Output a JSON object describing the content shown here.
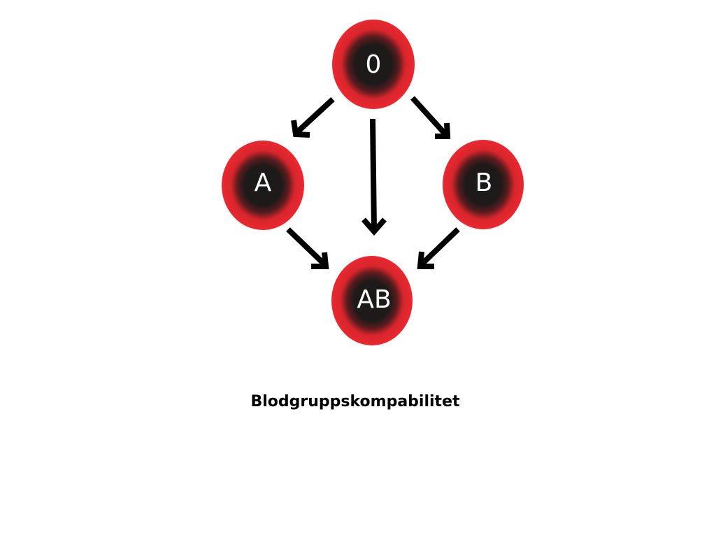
{
  "diagram": {
    "nodes": {
      "o": {
        "label": "0"
      },
      "a": {
        "label": "A"
      },
      "b": {
        "label": "B"
      },
      "ab": {
        "label": "AB"
      }
    },
    "edges": [
      {
        "from": "0",
        "to": "A"
      },
      {
        "from": "0",
        "to": "AB"
      },
      {
        "from": "0",
        "to": "B"
      },
      {
        "from": "A",
        "to": "AB"
      },
      {
        "from": "B",
        "to": "AB"
      }
    ],
    "colors": {
      "cell_outer": "#e8262e",
      "cell_core": "#1a1a1a",
      "arrow": "#000000",
      "label": "#ffffff"
    }
  },
  "caption": "Blodgruppskompabilitet"
}
